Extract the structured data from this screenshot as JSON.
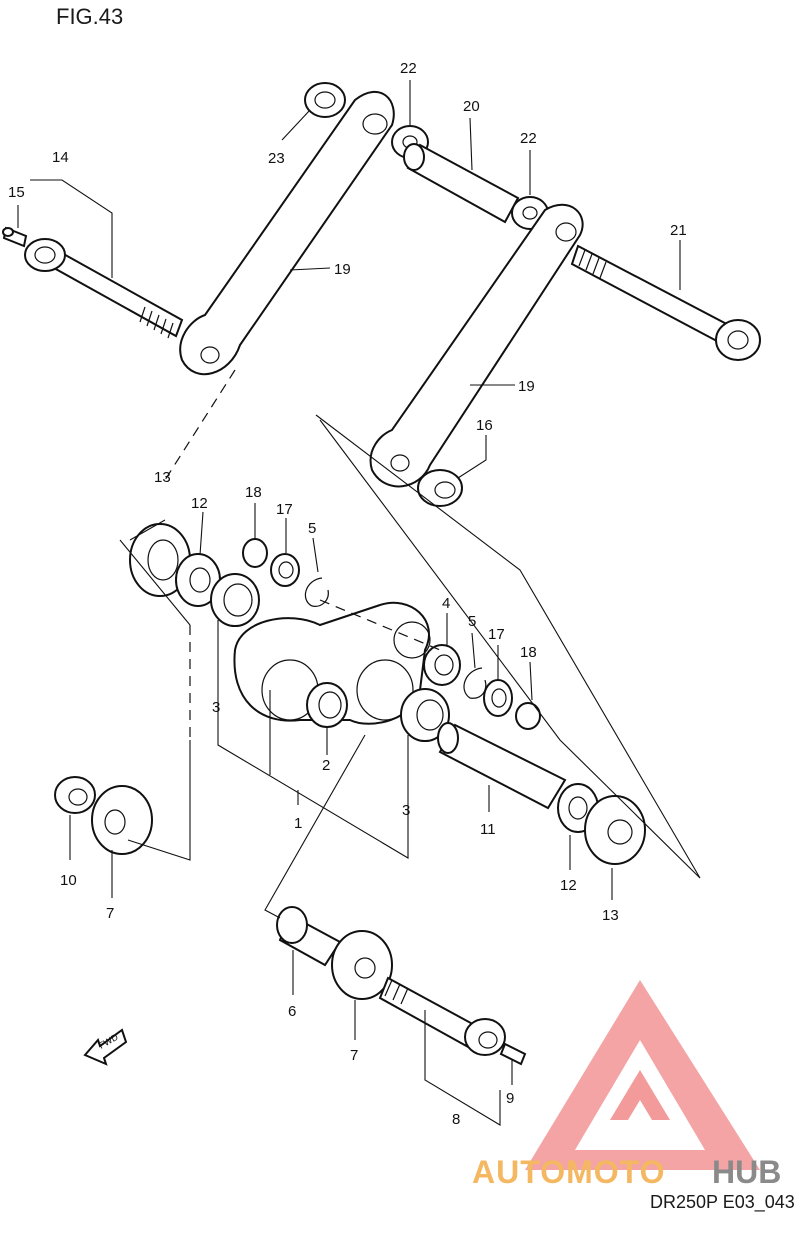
{
  "figure_title": "FIG.43",
  "drawing_code": "DR250P E03_043",
  "watermark": {
    "text": "AUTOMOTOHUB",
    "colors": {
      "triangle": "#f08a8a",
      "auto_moto": "#f5b862",
      "hub": "#8a8a8a"
    }
  },
  "fwd_label": "FWD",
  "callouts": [
    {
      "id": "c1",
      "text": "1"
    },
    {
      "id": "c2",
      "text": "2"
    },
    {
      "id": "c3a",
      "text": "3"
    },
    {
      "id": "c3b",
      "text": "3"
    },
    {
      "id": "c4",
      "text": "4"
    },
    {
      "id": "c5a",
      "text": "5"
    },
    {
      "id": "c5b",
      "text": "5"
    },
    {
      "id": "c6",
      "text": "6"
    },
    {
      "id": "c7a",
      "text": "7"
    },
    {
      "id": "c7b",
      "text": "7"
    },
    {
      "id": "c8",
      "text": "8"
    },
    {
      "id": "c9",
      "text": "9"
    },
    {
      "id": "c10",
      "text": "10"
    },
    {
      "id": "c11",
      "text": "11"
    },
    {
      "id": "c12a",
      "text": "12"
    },
    {
      "id": "c12b",
      "text": "12"
    },
    {
      "id": "c13a",
      "text": "13"
    },
    {
      "id": "c13b",
      "text": "13"
    },
    {
      "id": "c14",
      "text": "14"
    },
    {
      "id": "c15",
      "text": "15"
    },
    {
      "id": "c16",
      "text": "16"
    },
    {
      "id": "c17a",
      "text": "17"
    },
    {
      "id": "c17b",
      "text": "17"
    },
    {
      "id": "c18a",
      "text": "18"
    },
    {
      "id": "c18b",
      "text": "18"
    },
    {
      "id": "c19a",
      "text": "19"
    },
    {
      "id": "c19b",
      "text": "19"
    },
    {
      "id": "c20",
      "text": "20"
    },
    {
      "id": "c21",
      "text": "21"
    },
    {
      "id": "c22a",
      "text": "22"
    },
    {
      "id": "c22b",
      "text": "22"
    },
    {
      "id": "c23",
      "text": "23"
    }
  ]
}
